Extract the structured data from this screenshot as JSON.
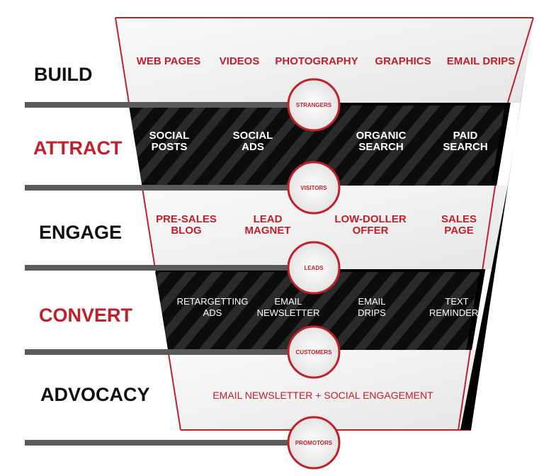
{
  "stages": [
    {
      "label": "BUILD",
      "color": "#111111",
      "items": [
        [
          "WEB PAGES"
        ],
        [
          "VIDEOS"
        ],
        [
          "PHOTOGRAPHY"
        ],
        [
          "GRAPHICS"
        ],
        [
          "EMAIL DRIPS"
        ]
      ],
      "milestone": "STRANGERS"
    },
    {
      "label": "ATTRACT",
      "color": "#c0202a",
      "items": [
        [
          "SOCIAL",
          "POSTS"
        ],
        [
          "SOCIAL",
          "ADS"
        ],
        [
          "ORGANIC",
          "SEARCH"
        ],
        [
          "PAID",
          "SEARCH"
        ]
      ],
      "milestone": "VISITORS"
    },
    {
      "label": "ENGAGE",
      "color": "#111111",
      "items": [
        [
          "PRE-SALES",
          "BLOG"
        ],
        [
          "LEAD",
          "MAGNET"
        ],
        [
          "LOW-DOLLER",
          "OFFER"
        ],
        [
          "SALES",
          "PAGE"
        ]
      ],
      "milestone": "LEADS"
    },
    {
      "label": "CONVERT",
      "color": "#c0202a",
      "items": [
        [
          "RETARGETTING",
          "ADS"
        ],
        [
          "EMAIL",
          "NEWSLETTER"
        ],
        [
          "EMAIL",
          "DRIPS"
        ],
        [
          "TEXT",
          "REMINDERS"
        ]
      ],
      "milestone": "CUSTOMERS"
    },
    {
      "label": "ADVOCACY",
      "color": "#111111",
      "items": [
        [
          "EMAIL NEWSLETTER + SOCIAL ENGAGEMENT"
        ]
      ],
      "milestone": "PROMOTORS"
    }
  ],
  "colors": {
    "accent": "#c0202a",
    "dark": "#111111",
    "bar": "#5a5a5a"
  }
}
